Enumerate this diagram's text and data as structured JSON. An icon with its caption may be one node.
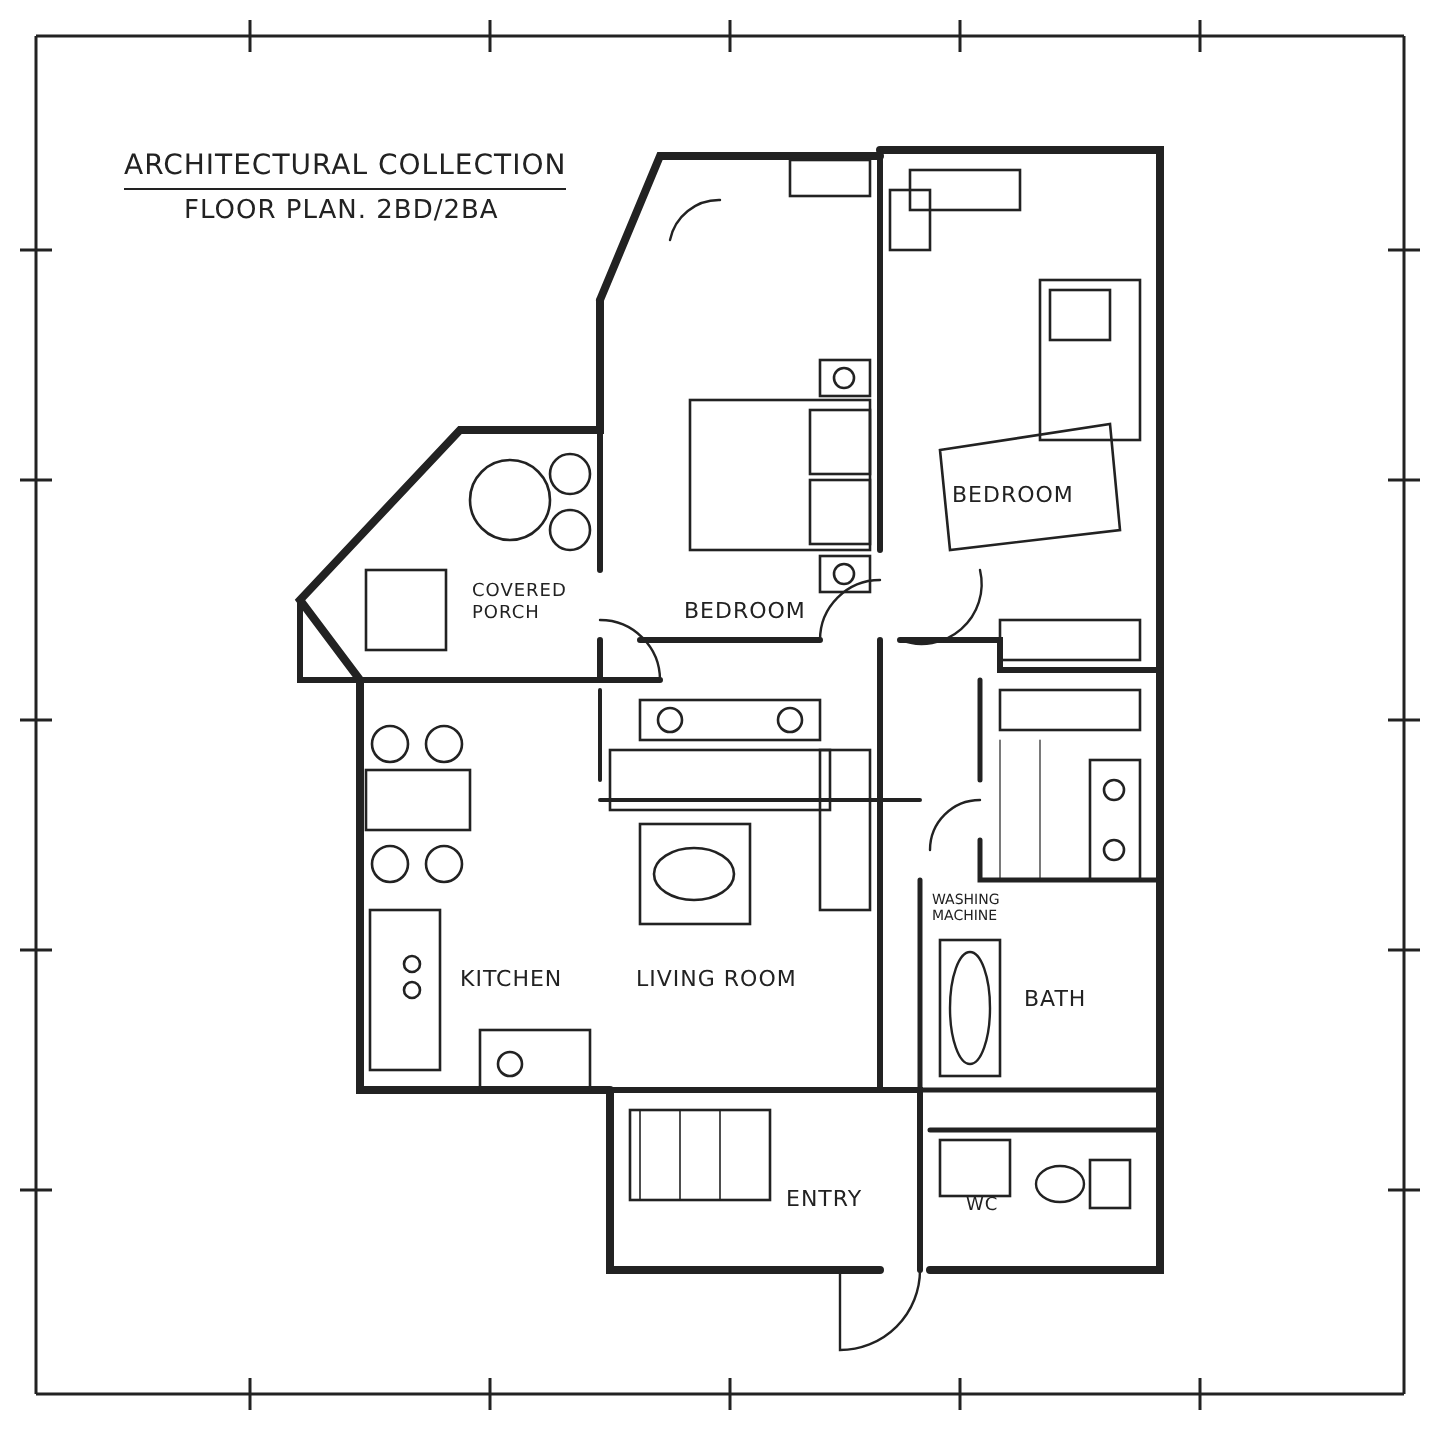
{
  "diagram": {
    "title": "ARCHITECTURAL COLLECTION",
    "labels": [
      "FLOOR PLAN. 2BD/2BA",
      "BEDROOM",
      "COVERED PORCH",
      "BEDROOM",
      "WASHING MACHINE",
      "KITCHEN",
      "LIVING ROOM",
      "BATH",
      "ENTRY",
      "WC"
    ]
  }
}
